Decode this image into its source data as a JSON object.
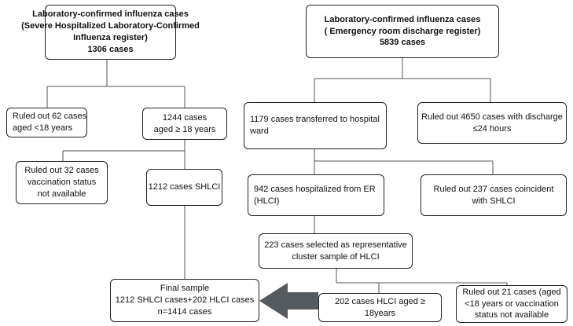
{
  "left_top": {
    "lines": [
      "Laboratory-confirmed influenza cases",
      "(Severe Hospitalized Laboratory-Confirmed",
      "Influenza register)",
      "1306 cases"
    ]
  },
  "right_top": {
    "lines": [
      "Laboratory-confirmed influenza cases",
      "( Emergency room discharge register)",
      "5839 cases"
    ]
  },
  "ruled_out_62": {
    "lines": [
      "Ruled out 62 cases",
      "aged <18 years"
    ]
  },
  "cases_1244": {
    "lines": [
      "1244 cases",
      "aged ≥ 18 years"
    ]
  },
  "ruled_out_32": {
    "lines": [
      "Ruled out 32 cases",
      "vaccination status",
      "not available"
    ]
  },
  "shlci_1212": {
    "lines": [
      "1212 cases SHLCI"
    ]
  },
  "transferred_1179": {
    "lines": [
      "1179 cases transferred  to hospital",
      "ward"
    ]
  },
  "ruled_out_4650": {
    "lines": [
      "Ruled out 4650 cases with discharge",
      "≤24 hours"
    ]
  },
  "hlci_942": {
    "lines": [
      "942 cases hospitalized from ER",
      "(HLCI)"
    ]
  },
  "ruled_out_237": {
    "lines": [
      "Ruled out 237 cases coincident",
      "with SHLCI"
    ]
  },
  "selected_223": {
    "lines": [
      "223 cases selected as representative",
      "cluster sample of HLCI"
    ]
  },
  "final_sample": {
    "lines": [
      "Final sample",
      "1212 SHLCI cases+202  HLCI cases",
      "n=1414 cases"
    ]
  },
  "hlci_202": {
    "lines": [
      "202 cases HLCI aged ≥",
      "18years"
    ]
  },
  "ruled_out_21": {
    "lines": [
      "Ruled out 21 cases (aged",
      "<18 years or vaccination",
      "status not available"
    ]
  },
  "colors": {
    "border": "#222222",
    "arrow": "#555a5f",
    "connector": "#555555"
  }
}
